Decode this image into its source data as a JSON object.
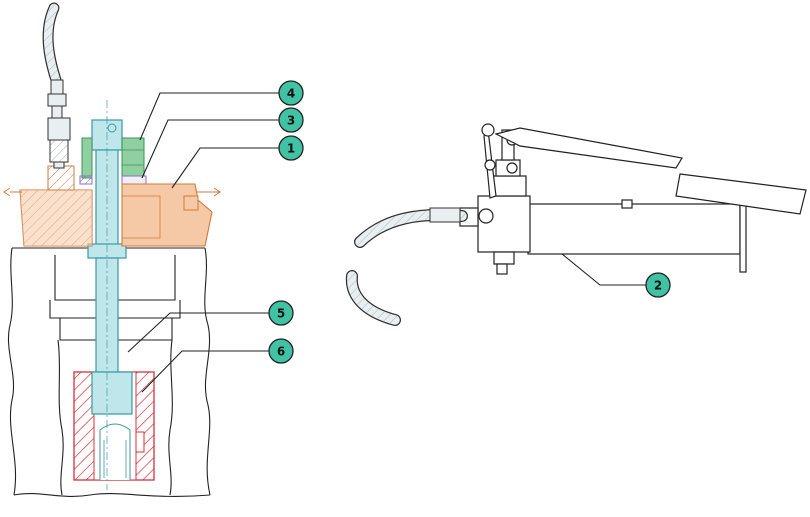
{
  "colors": {
    "outline": "#222222",
    "line": "#333333",
    "tensioner": "#f5c9a6",
    "tensioner_edge": "#d07a3a",
    "stud": "#bfe6ea",
    "stud_edge": "#3a9aa5",
    "nut_green": "#8fd0a0",
    "nut_edge": "#3e8f57",
    "sleeve_edge": "#d9303a",
    "callout_fill": "#3fc3a4",
    "hose": "#e9eef0",
    "purple": "#8c6fbe"
  },
  "callouts": [
    {
      "id": "4",
      "label": "4",
      "part": "nut"
    },
    {
      "id": "3",
      "label": "3",
      "part": "washer"
    },
    {
      "id": "1",
      "label": "1",
      "part": "tensioner-body"
    },
    {
      "id": "5",
      "label": "5",
      "part": "stud"
    },
    {
      "id": "6",
      "label": "6",
      "part": "threaded-sleeve"
    },
    {
      "id": "2",
      "label": "2",
      "part": "hydraulic-pump"
    }
  ]
}
